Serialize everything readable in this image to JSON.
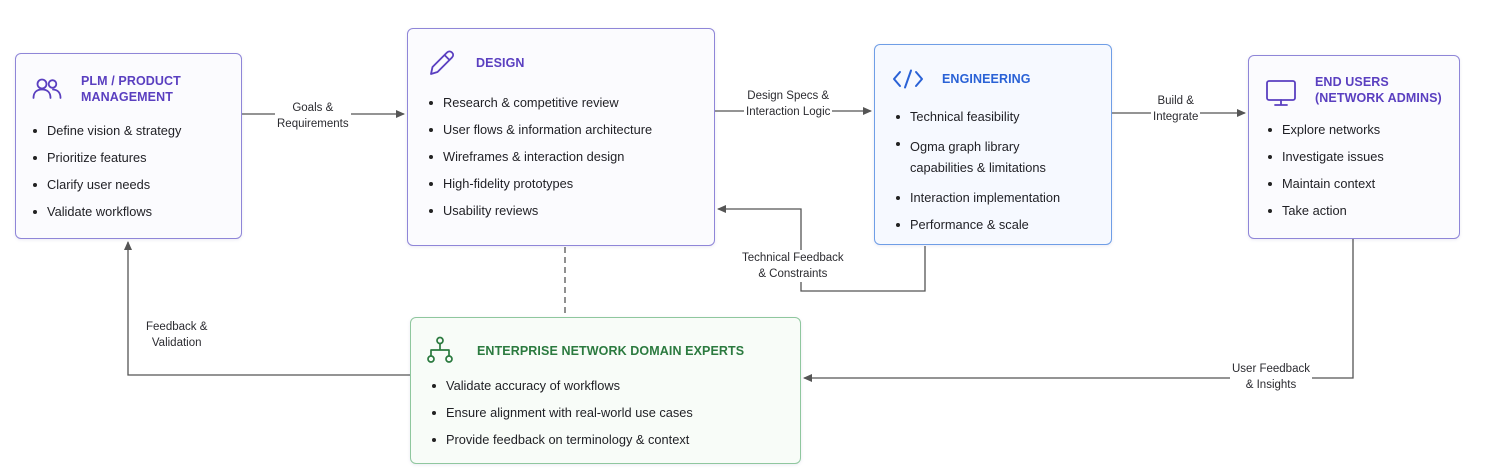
{
  "nodes": {
    "plm": {
      "title": [
        "PLM / PRODUCT",
        "MANAGEMENT"
      ],
      "icon": "users-icon",
      "items": [
        "Define vision & strategy",
        "Prioritize features",
        "Clarify user needs",
        "Validate workflows"
      ]
    },
    "design": {
      "title": [
        "DESIGN"
      ],
      "icon": "pencil-icon",
      "items": [
        "Research & competitive review",
        "User flows & information architecture",
        "Wireframes & interaction design",
        "High-fidelity prototypes",
        "Usability reviews"
      ]
    },
    "engineering": {
      "title": [
        "ENGINEERING"
      ],
      "icon": "code-icon",
      "items": [
        "Technical feasibility",
        "Ogma graph library capabilities & limitations",
        "Interaction implementation",
        "Performance & scale"
      ]
    },
    "end_users": {
      "title": [
        "END USERS",
        "(NETWORK ADMINS)"
      ],
      "icon": "monitor-icon",
      "items": [
        "Explore networks",
        "Investigate issues",
        "Maintain context",
        "Take action"
      ]
    },
    "domain_experts": {
      "title": [
        "ENTERPRISE NETWORK DOMAIN EXPERTS"
      ],
      "icon": "hierarchy-icon",
      "items": [
        "Validate accuracy of workflows",
        "Ensure alignment with real-world use cases",
        "Provide feedback on terminology & context"
      ]
    }
  },
  "edges": {
    "goals": [
      "Goals &",
      "Requirements"
    ],
    "design_specs": [
      "Design Specs &",
      "Interaction Logic"
    ],
    "build": [
      "Build &",
      "Integrate"
    ],
    "tech_feedback": [
      "Technical Feedback",
      "& Constraints"
    ],
    "user_feedback": [
      "User Feedback",
      "& Insights"
    ],
    "feedback_validation": [
      "Feedback &",
      "Validation"
    ]
  },
  "colors": {
    "purple_accent": "#5a3fc0",
    "blue_accent": "#2a62d6",
    "green_accent": "#2b7a3f",
    "connector": "#555555"
  }
}
